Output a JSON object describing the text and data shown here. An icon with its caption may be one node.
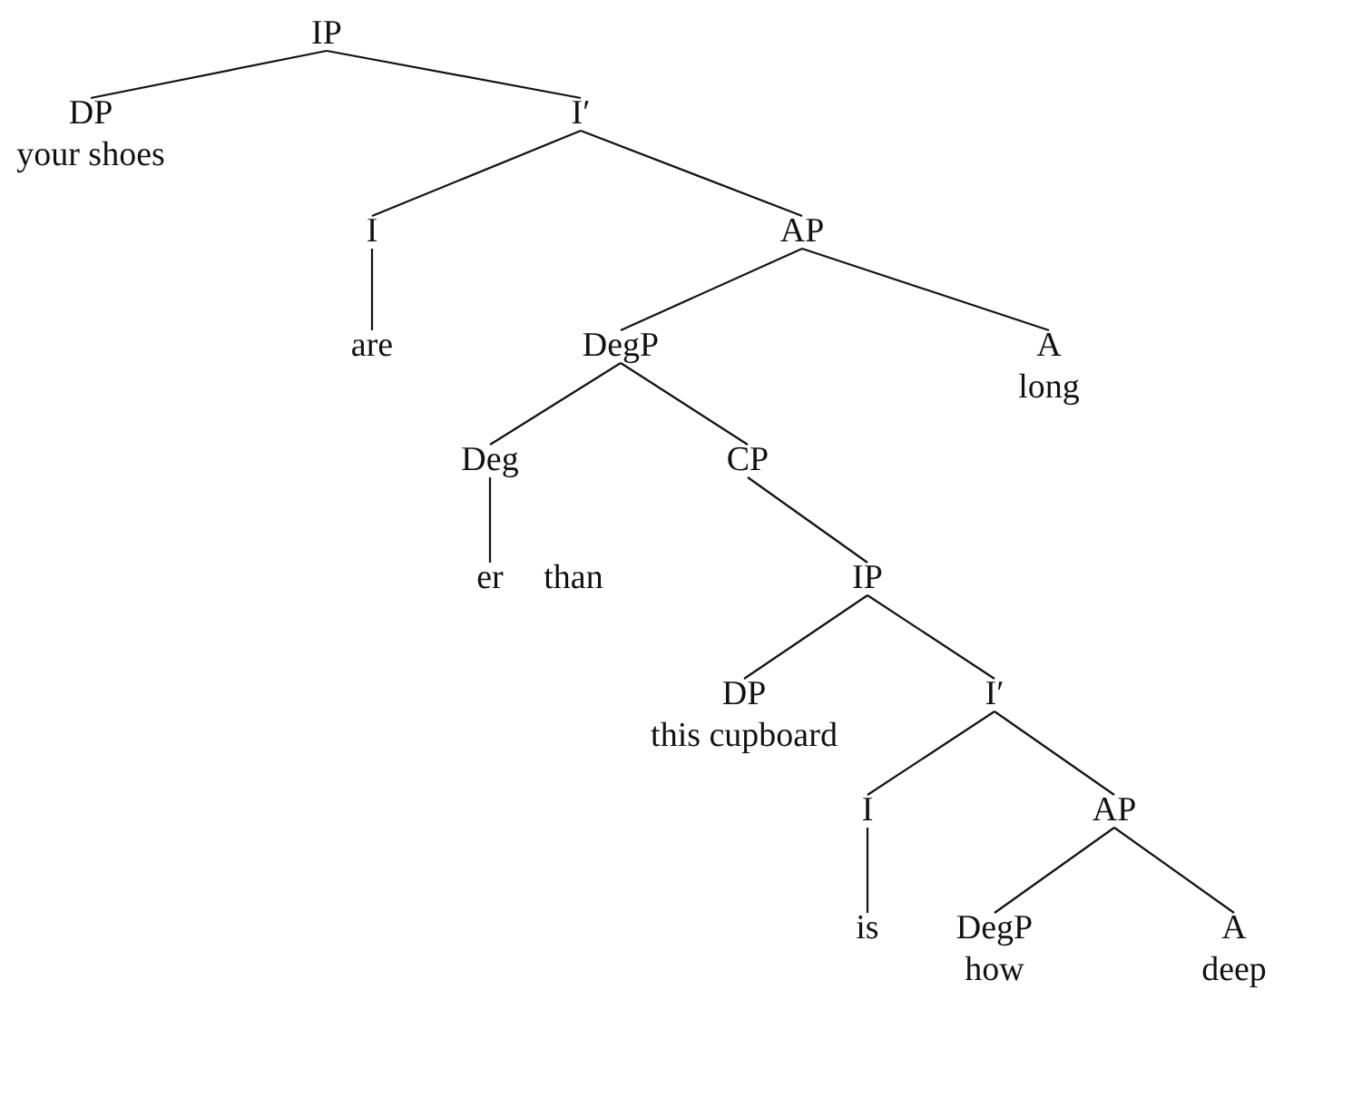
{
  "diagram": {
    "nodes": [
      {
        "text": [
          "IP"
        ]
      },
      {
        "text": [
          "DP",
          "your shoes"
        ]
      },
      {
        "text": [
          "I′"
        ]
      },
      {
        "text": [
          "I"
        ]
      },
      {
        "text": [
          "AP"
        ]
      },
      {
        "text": [
          "are"
        ]
      },
      {
        "text": [
          "DegP"
        ]
      },
      {
        "text": [
          "A",
          "long"
        ]
      },
      {
        "text": [
          "Deg"
        ]
      },
      {
        "text": [
          "CP"
        ]
      },
      {
        "text": [
          "er"
        ]
      },
      {
        "text": [
          "IP"
        ]
      },
      {
        "text": [
          "DP",
          "this cupboard"
        ]
      },
      {
        "text": [
          "I′"
        ]
      },
      {
        "text": [
          "I"
        ]
      },
      {
        "text": [
          "AP"
        ]
      },
      {
        "text": [
          "is"
        ]
      },
      {
        "text": [
          "DegP",
          "how"
        ]
      },
      {
        "text": [
          "A",
          "deep"
        ]
      }
    ],
    "edges": [
      {
        "from": 0,
        "to": 1,
        "arrow": "none"
      },
      {
        "from": 0,
        "to": 2,
        "arrow": "none"
      },
      {
        "from": 2,
        "to": 3,
        "arrow": "none"
      },
      {
        "from": 2,
        "to": 4,
        "arrow": "none"
      },
      {
        "from": 3,
        "to": 5,
        "arrow": "none"
      },
      {
        "from": 4,
        "to": 6,
        "arrow": "none"
      },
      {
        "from": 4,
        "to": 7,
        "arrow": "none"
      },
      {
        "from": 6,
        "to": 8,
        "arrow": "none"
      },
      {
        "from": 6,
        "to": 9,
        "arrow": "none"
      },
      {
        "from": 8,
        "to": 10,
        "arrow": "none"
      },
      {
        "from": 9,
        "to": 11,
        "arrow": "none"
      },
      {
        "from": 11,
        "to": 12,
        "arrow": "none"
      },
      {
        "from": 11,
        "to": 13,
        "arrow": "none"
      },
      {
        "from": 13,
        "to": 14,
        "arrow": "none"
      },
      {
        "from": 13,
        "to": 15,
        "arrow": "none"
      },
      {
        "from": 14,
        "to": 16,
        "arrow": "none"
      },
      {
        "from": 15,
        "to": 17,
        "arrow": "none"
      },
      {
        "from": 15,
        "to": 18,
        "arrow": "none"
      }
    ],
    "labels": [
      "than"
    ]
  }
}
